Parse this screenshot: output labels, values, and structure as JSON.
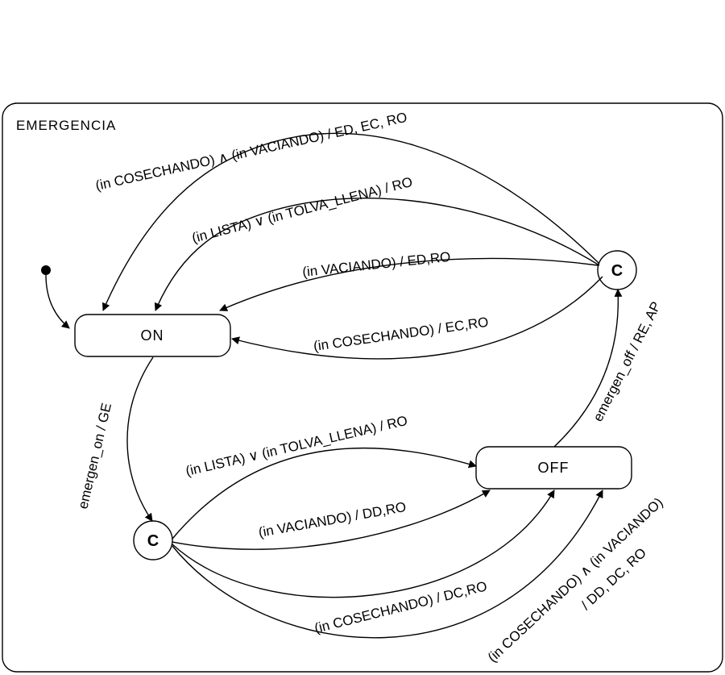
{
  "container": {
    "title": "EMERGENCIA"
  },
  "states": {
    "on": "ON",
    "off": "OFF",
    "cond_top": "C",
    "cond_bottom": "C"
  },
  "transitions": {
    "t1": "(in COSECHANDO) ∧ (in VACIANDO) / ED, EC, RO",
    "t2": "(in LISTA) ∨ (in TOLVA_LLENA) / RO",
    "t3": "(in VACIANDO) / ED,RO",
    "t4": "(in COSECHANDO) / EC,RO",
    "t5": "emergen_on / GE",
    "t6": "emergen_off / RE, AP",
    "t7": "(in LISTA) ∨ (in TOLVA_LLENA) / RO",
    "t8": "(in VACIANDO) / DD,RO",
    "t9": "(in COSECHANDO) / DC,RO",
    "t10a": "(in COSECHANDO) ∧ (in VACIANDO)",
    "t10b": "/ DD, DC, RO"
  }
}
